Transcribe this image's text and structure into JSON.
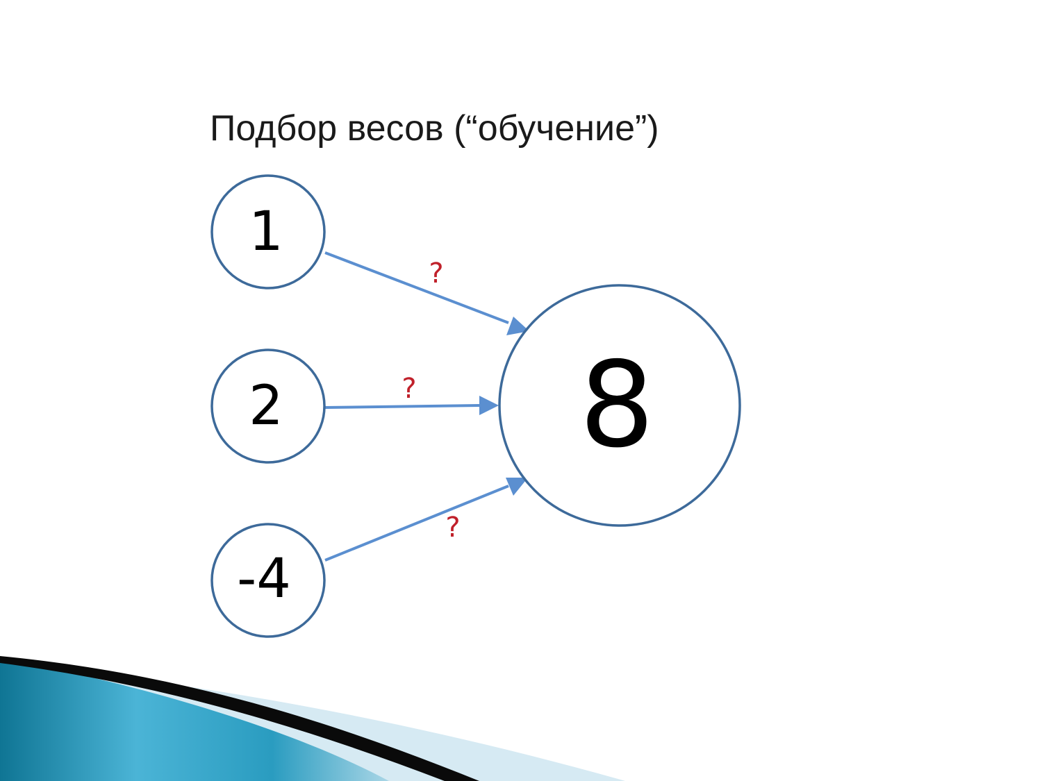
{
  "slide": {
    "title": "Подбор весов (“обучение”)"
  },
  "diagram": {
    "inputs": [
      {
        "value": "1"
      },
      {
        "value": "2"
      },
      {
        "value": "-4"
      }
    ],
    "output": {
      "value": "8"
    },
    "edges": [
      {
        "from": 0,
        "weight_label": "?"
      },
      {
        "from": 1,
        "weight_label": "?"
      },
      {
        "from": 2,
        "weight_label": "?"
      }
    ]
  },
  "colors": {
    "node_stroke": "#3d6a9a",
    "arrow": "#5b8fd0",
    "weight_label": "#c0202a",
    "decor_dark": "#0a0a0a",
    "decor_teal": "#1e8fb4",
    "decor_light": "#d6eaf3"
  }
}
